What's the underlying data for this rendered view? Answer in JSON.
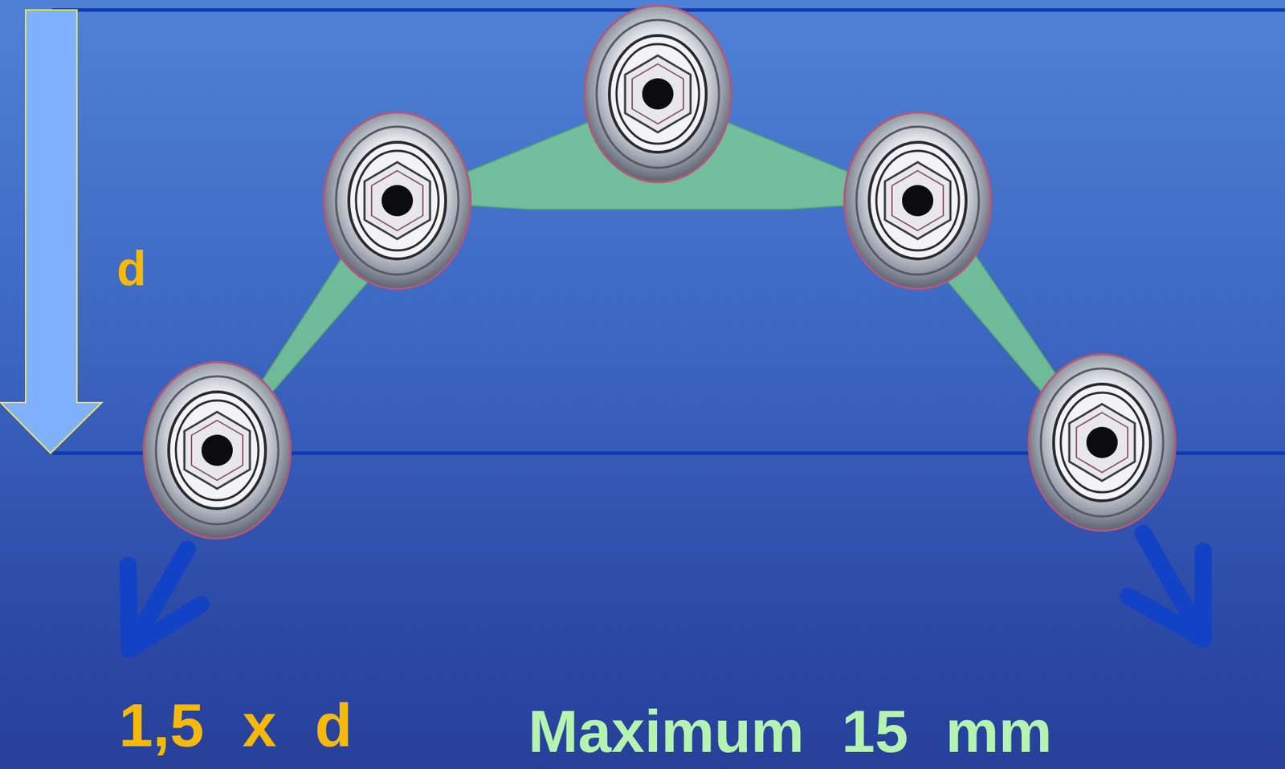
{
  "diagram": {
    "labels": [
      "d",
      "1,5 x d",
      "Maximum 15 mm"
    ]
  }
}
